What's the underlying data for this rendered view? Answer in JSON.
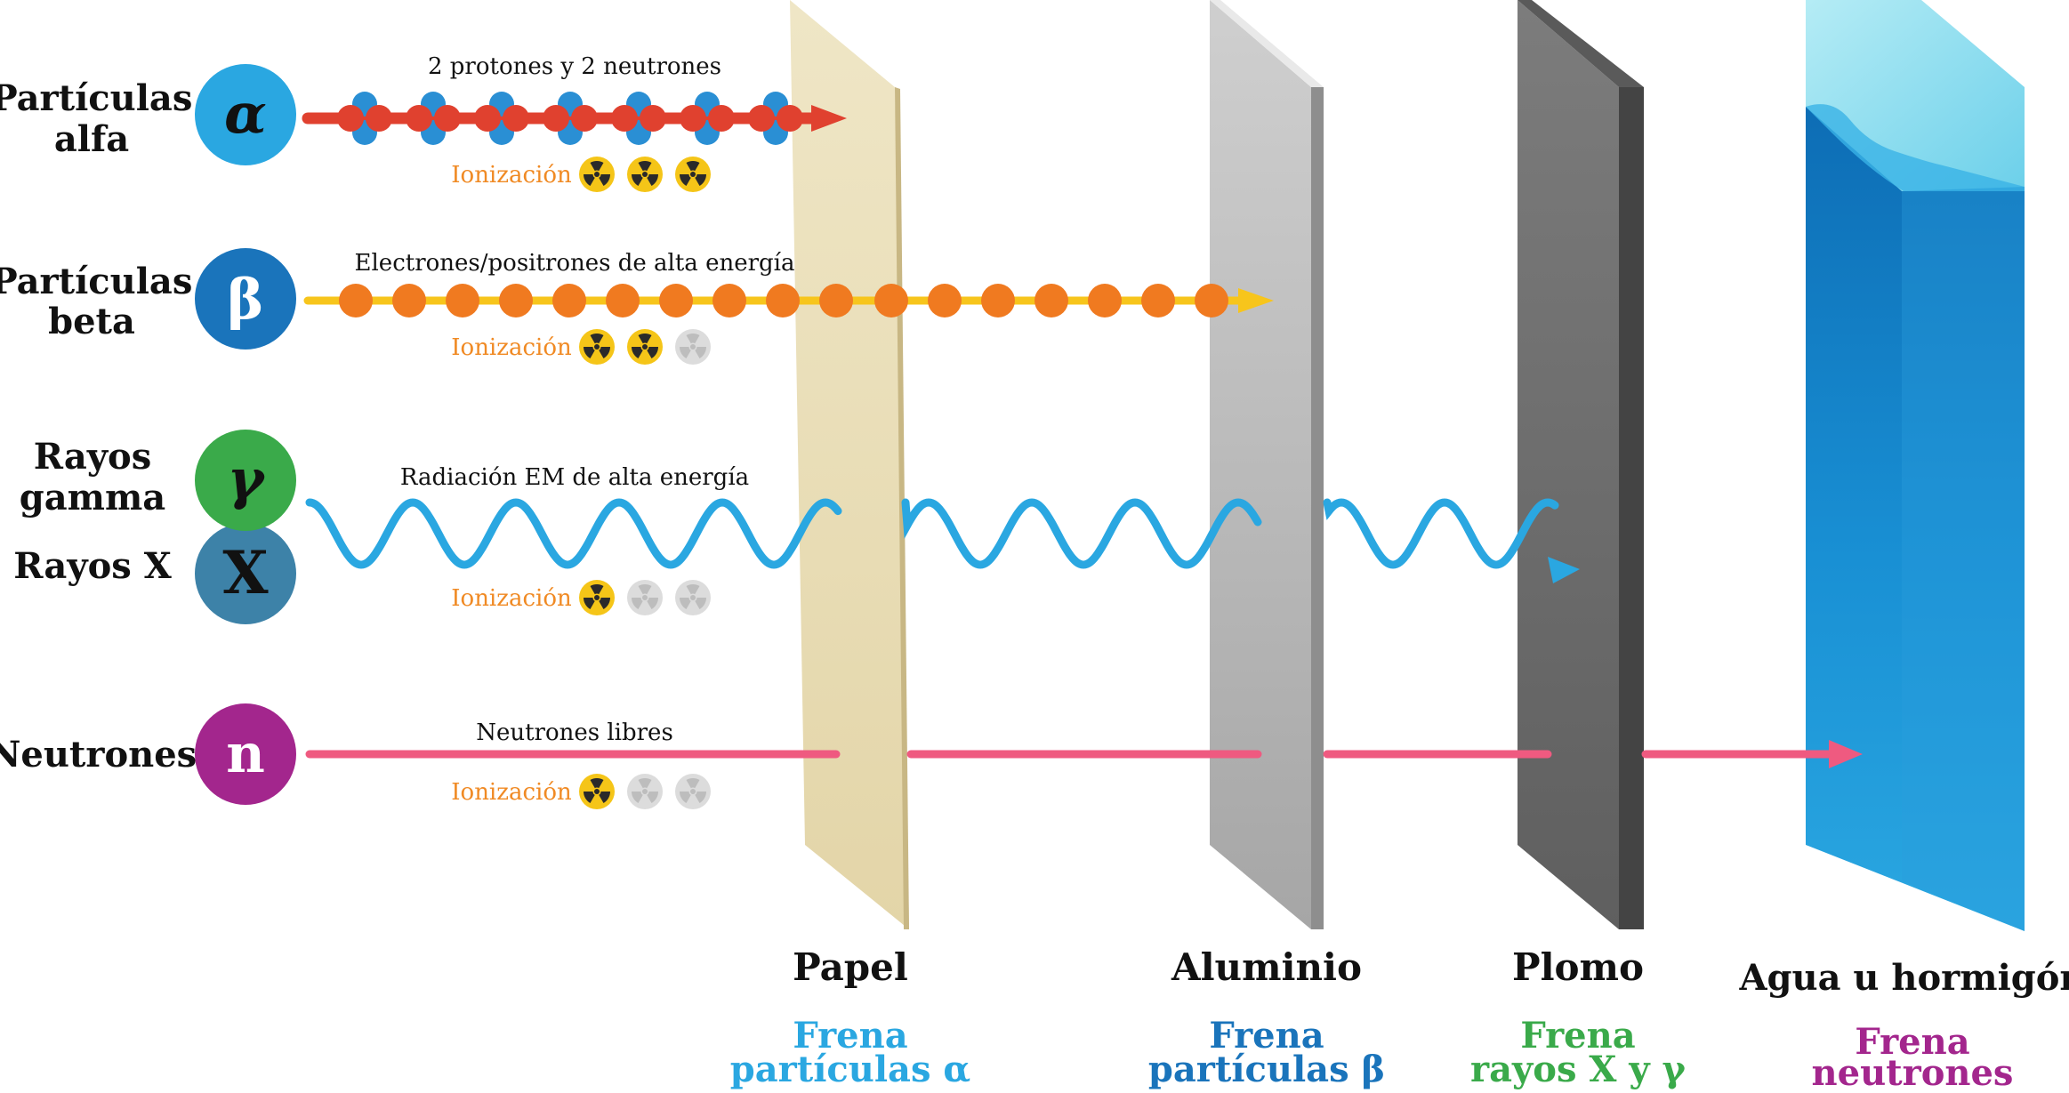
{
  "particles": [
    {
      "label_lines": [
        "Partículas",
        "alfa"
      ],
      "symbol": "α",
      "circle_color": "#2aa7e1",
      "description": "2 protones y 2 neutrones",
      "ionization_label": "Ionización",
      "ionization_level": 3
    },
    {
      "label_lines": [
        "Partículas",
        "beta"
      ],
      "symbol": "β",
      "circle_color": "#1a74bb",
      "description": "Electrones/positrones de alta energía",
      "ionization_label": "Ionización",
      "ionization_level": 2
    },
    {
      "label_lines": [
        "Rayos",
        "gamma"
      ],
      "symbol": "γ",
      "circle_color": "#3aaa4a",
      "description": "Radiación EM de alta energía",
      "ionization_label": "Ionización",
      "ionization_level": 1
    },
    {
      "label_lines": [
        "Rayos X"
      ],
      "symbol": "X",
      "circle_color": "#3d82a8"
    },
    {
      "label_lines": [
        "Neutrones"
      ],
      "symbol": "n",
      "circle_color": "#a3268d",
      "description": "Neutrones libres",
      "ionization_label": "Ionización",
      "ionization_level": 1
    }
  ],
  "ionization_max": 3,
  "barriers": [
    {
      "name": "Papel",
      "stops_lines": [
        "Frena",
        "partículas α"
      ],
      "stops_color": "#2aa7e1"
    },
    {
      "name": "Aluminio",
      "stops_lines": [
        "Frena",
        "partículas β"
      ],
      "stops_color": "#1a74bb"
    },
    {
      "name": "Plomo",
      "stops_lines": [
        "Frena",
        "rayos X y γ"
      ],
      "stops_color": "#3aaa4a"
    },
    {
      "name": "Agua u hormigón",
      "stops_lines": [
        "Frena",
        "neutrones"
      ],
      "stops_color": "#a3268d"
    }
  ],
  "colors": {
    "alpha_proton": "#e0412f",
    "alpha_neutron": "#2a8fd4",
    "beta_particle": "#f07a20",
    "beta_line": "#f7c51c",
    "em_wave": "#2aa7e1",
    "neutron_line": "#ef5a80",
    "ionization_text": "#f08a24",
    "ionization_active": "#f5c518",
    "ionization_inactive": "#dcdcdc"
  }
}
